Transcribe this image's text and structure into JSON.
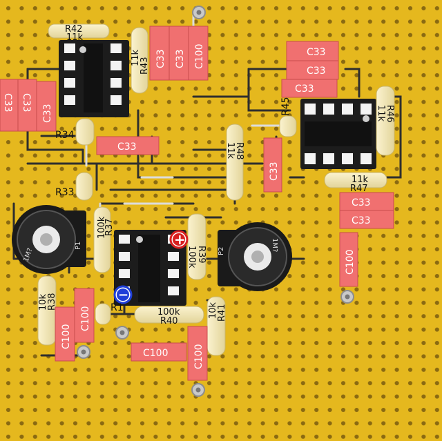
{
  "board": {
    "colors": {
      "copper": "#e5b81e",
      "hole": "#8a6a12",
      "trace": "#2c2c2c",
      "wire": "#d8d8d8",
      "resistor_body": "#f0e6b8",
      "capacitor": "#f07070",
      "ic": "#1c1c1c"
    }
  },
  "capacitors": [
    {
      "id": "c_top1",
      "label": "C33"
    },
    {
      "id": "c_top2",
      "label": "C33"
    },
    {
      "id": "c_top3",
      "label": "C100"
    },
    {
      "id": "c_left1",
      "label": "C33"
    },
    {
      "id": "c_left2",
      "label": "C33"
    },
    {
      "id": "c_left3",
      "label": "C33"
    },
    {
      "id": "c_mid",
      "label": "C33"
    },
    {
      "id": "c_r1",
      "label": "C33"
    },
    {
      "id": "c_r2",
      "label": "C33"
    },
    {
      "id": "c_r3",
      "label": "C33"
    },
    {
      "id": "c_r45",
      "label": "C33"
    },
    {
      "id": "c_r4",
      "label": "C33"
    },
    {
      "id": "c_r5",
      "label": "C33"
    },
    {
      "id": "c_r6",
      "label": "C100"
    },
    {
      "id": "c_b1",
      "label": "C100"
    },
    {
      "id": "c_b2",
      "label": "C100"
    },
    {
      "id": "c_b3",
      "label": "C100"
    },
    {
      "id": "c_b4",
      "label": "C100"
    }
  ],
  "resistors": [
    {
      "id": "r42",
      "name": "R42",
      "value": "11k"
    },
    {
      "id": "r43",
      "name": "R43",
      "value": "11k"
    },
    {
      "id": "r48",
      "name": "R48",
      "value": "11k"
    },
    {
      "id": "r46",
      "name": "R46",
      "value": "11k"
    },
    {
      "id": "r47",
      "name": "R47",
      "value": "11k"
    },
    {
      "id": "r37",
      "name": "R37",
      "value": "100k"
    },
    {
      "id": "r39",
      "name": "R39",
      "value": "100k"
    },
    {
      "id": "r38",
      "name": "R38",
      "value": "10k"
    },
    {
      "id": "r40",
      "name": "R40",
      "value": "100k"
    },
    {
      "id": "r41",
      "name": "R41",
      "value": "10k"
    }
  ],
  "labels": {
    "r34": "R34",
    "r33": "R33",
    "r45": "R45",
    "r1": "R1"
  },
  "pots": [
    {
      "id": "p1",
      "name": "P1",
      "value": "1M?"
    },
    {
      "id": "p2",
      "name": "P2",
      "value": "1M?"
    }
  ],
  "power": {
    "plus": "+",
    "minus": "−"
  }
}
